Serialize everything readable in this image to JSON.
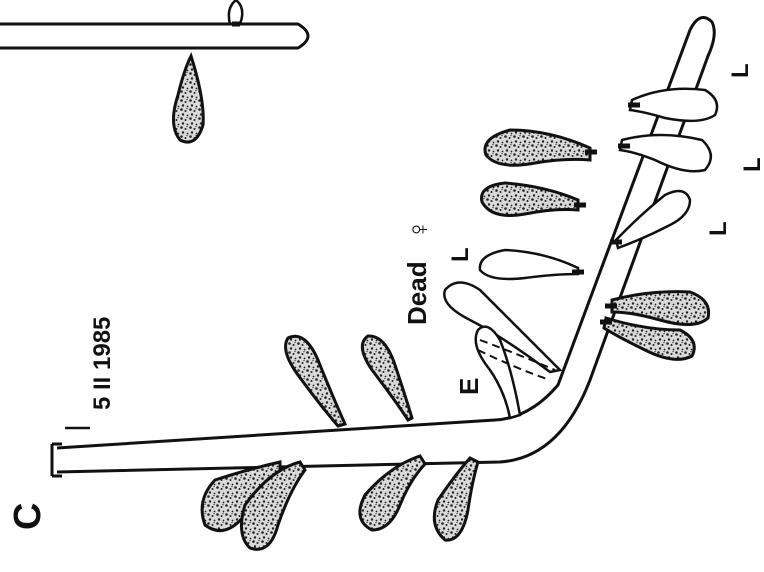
{
  "figure": {
    "panel_label": "C",
    "date_label": "5 II 1985",
    "labels": {
      "E": "E",
      "dead": "Dead",
      "female_symbol": "♀",
      "L": "L"
    }
  },
  "colors": {
    "ink": "#111111",
    "stipple": "#222222",
    "paper": "#ffffff"
  }
}
